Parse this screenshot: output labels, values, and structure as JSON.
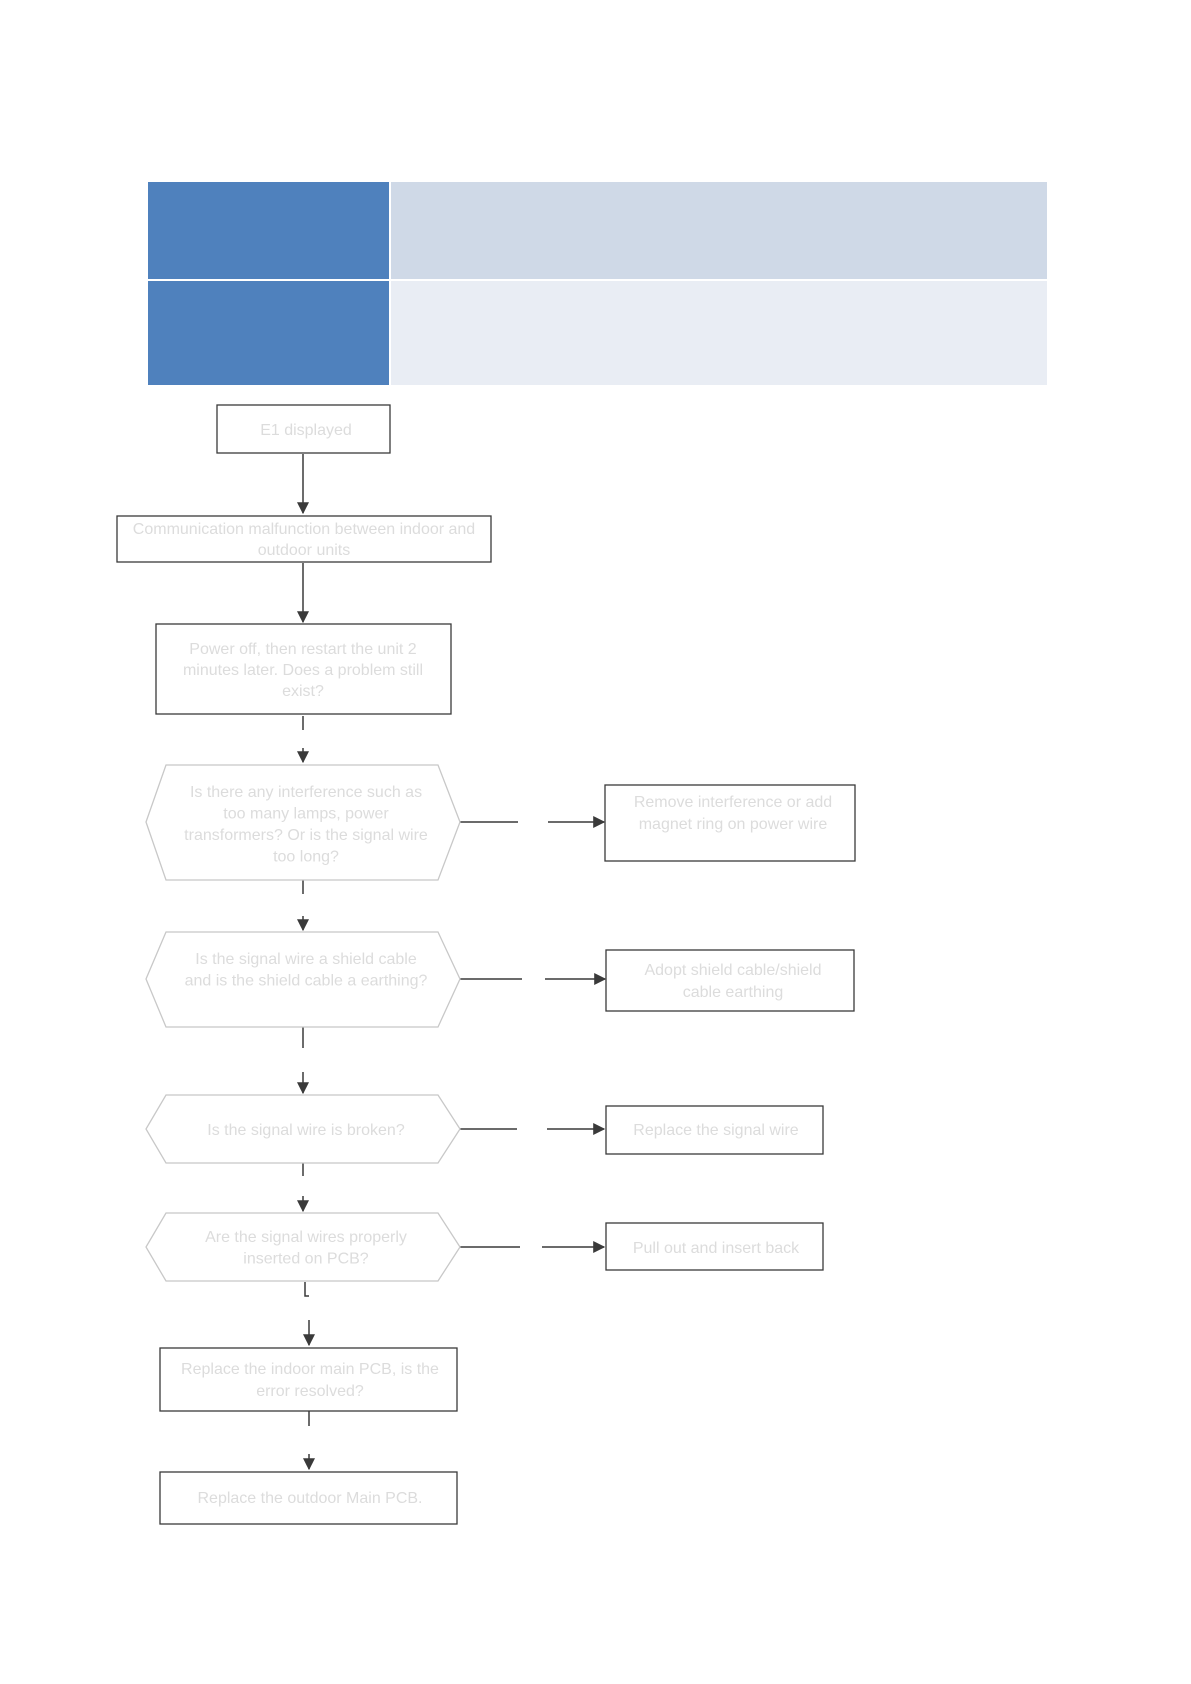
{
  "header_table": {
    "colors": {
      "label_cell": "#4f81bd",
      "row1_value": "#cfd9e7",
      "row2_value": "#e9edf4"
    }
  },
  "flowchart": {
    "start": "E1 displayed",
    "cause": "Communication malfunction between indoor and outdoor units",
    "restart_check": "Power off, then restart the unit 2 minutes later. Does a problem still exist?",
    "decisions": [
      {
        "question": "Is there any interference such as too many lamps, power transformers? Or is the signal wire too long?",
        "action": "Remove interference or add magnet ring on power wire"
      },
      {
        "question": "Is the signal wire a shield cable and is the shield cable a earthing?",
        "action": "Adopt shield cable/shield cable earthing"
      },
      {
        "question": "Is the signal wire is broken?",
        "action": "Replace the signal wire"
      },
      {
        "question": "Are the signal wires properly inserted on PCB?",
        "action": "Pull out and insert back"
      }
    ],
    "replace_indoor": "Replace the indoor main PCB, is the error resolved?",
    "replace_outdoor": "Replace the outdoor Main PCB."
  }
}
